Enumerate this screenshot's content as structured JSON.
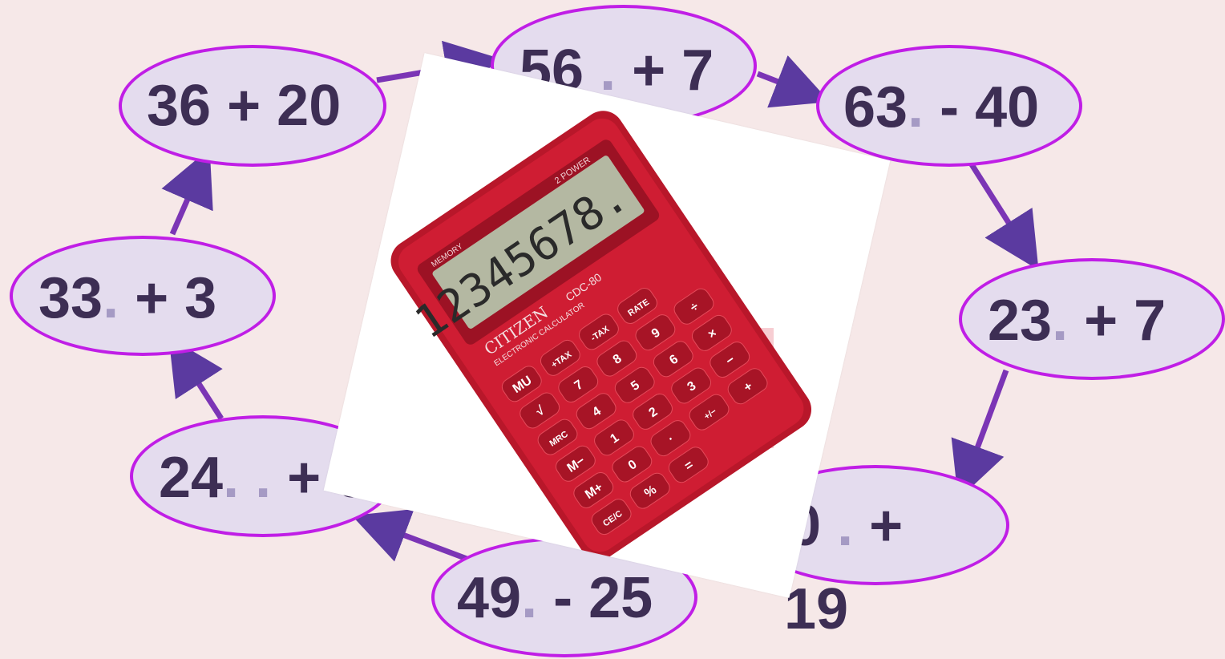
{
  "expressions": [
    {
      "id": "e1",
      "left": "36",
      "dots": "",
      "op": " + 20"
    },
    {
      "id": "e2",
      "left": "56",
      "dots": " .",
      "op": "  + 7"
    },
    {
      "id": "e3",
      "left": "63",
      "dots": ".",
      "op": "  - 40"
    },
    {
      "id": "e4",
      "left": "23",
      "dots": ".",
      "op": "  + 7"
    },
    {
      "id": "e5",
      "left": "30",
      "dots": " .",
      "op": "  +"
    },
    {
      "id": "e6",
      "left": "49",
      "dots": ".",
      "op": "  - 25"
    },
    {
      "id": "e7",
      "left": "24",
      "dots": ". .",
      "op": "  + 9"
    },
    {
      "id": "e8",
      "left": "33",
      "dots": ".",
      "op": "  + 3"
    }
  ],
  "extra_text": "19",
  "calculator": {
    "brand": "CITIZEN",
    "model": "CDC-80",
    "subtitle": "ELECTRONIC CALCULATOR",
    "display": "12345678.",
    "power_label": "2 POWER",
    "memory_label": "MEMORY",
    "keys": [
      "RATE",
      "-TAX",
      "+TAX",
      "%",
      "÷",
      "×",
      "−",
      "+",
      "=",
      "MU",
      "√",
      "MRC",
      "M−",
      "M+",
      "CE/C",
      "7",
      "8",
      "9",
      "4",
      "5",
      "6",
      "1",
      "2",
      "3",
      "0",
      "·",
      "+/−"
    ]
  },
  "colors": {
    "background": "#f6e8e8",
    "oval_fill": "#e4dcee",
    "oval_border": "#c01ee6",
    "text": "#3d2e54",
    "arrow": "#7b35b5",
    "calculator_body": "#c0182c"
  }
}
